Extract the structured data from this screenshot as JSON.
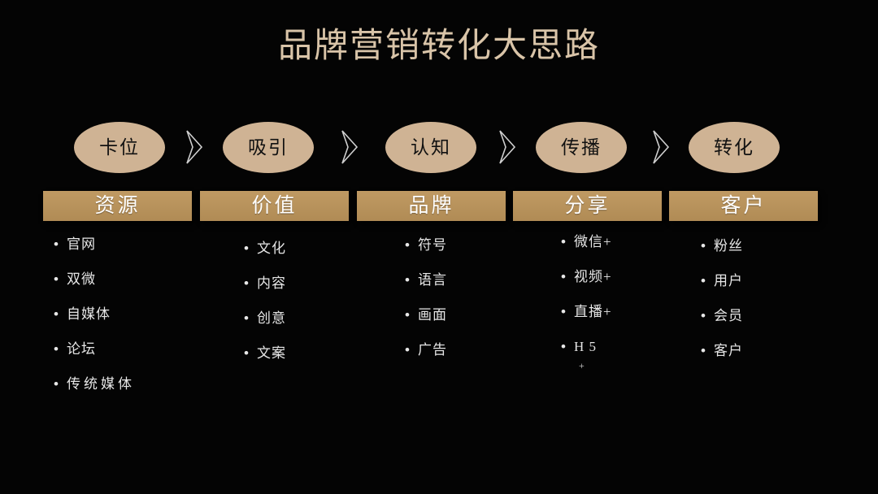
{
  "slide": {
    "title": "品牌营销转化大思路",
    "background_color": "#040404",
    "title_color": "#d9c4a8",
    "ellipse_color": "#cfb394",
    "bar_color": "#b8915c",
    "bullet_text_color": "#e6e6e6",
    "chevron_stroke_color": "#cfcfcf"
  },
  "flow": {
    "steps": [
      {
        "label": "卡位"
      },
      {
        "label": "吸引"
      },
      {
        "label": "认知"
      },
      {
        "label": "传播"
      },
      {
        "label": "转化"
      }
    ],
    "separator_icon": "chevron-right-icon"
  },
  "columns": [
    {
      "header": "资源",
      "items": [
        {
          "text": "官网",
          "spaced": false
        },
        {
          "text": "双微",
          "spaced": false
        },
        {
          "text": "自媒体",
          "spaced": false
        },
        {
          "text": "论坛",
          "spaced": false
        },
        {
          "text": "传统媒体",
          "spaced": true
        }
      ]
    },
    {
      "header": "价值",
      "items": [
        {
          "text": "文化",
          "spaced": false
        },
        {
          "text": "内容",
          "spaced": false
        },
        {
          "text": "创意",
          "spaced": false
        },
        {
          "text": "文案",
          "spaced": false
        }
      ]
    },
    {
      "header": "品牌",
      "items": [
        {
          "text": "符号",
          "spaced": false
        },
        {
          "text": "语言",
          "spaced": false
        },
        {
          "text": "画面",
          "spaced": false
        },
        {
          "text": "广告",
          "spaced": false
        }
      ]
    },
    {
      "header": "分享",
      "items": [
        {
          "text": "微信+",
          "spaced": false
        },
        {
          "text": "视频+",
          "spaced": false
        },
        {
          "text": "直播+",
          "spaced": false
        },
        {
          "text": "H 5",
          "spaced": false,
          "sub": "+"
        }
      ]
    },
    {
      "header": "客户",
      "items": [
        {
          "text": "粉丝",
          "spaced": false
        },
        {
          "text": "用户",
          "spaced": false
        },
        {
          "text": "会员",
          "spaced": false
        },
        {
          "text": "客户",
          "spaced": false
        }
      ]
    }
  ],
  "bullet_glyph": "•"
}
